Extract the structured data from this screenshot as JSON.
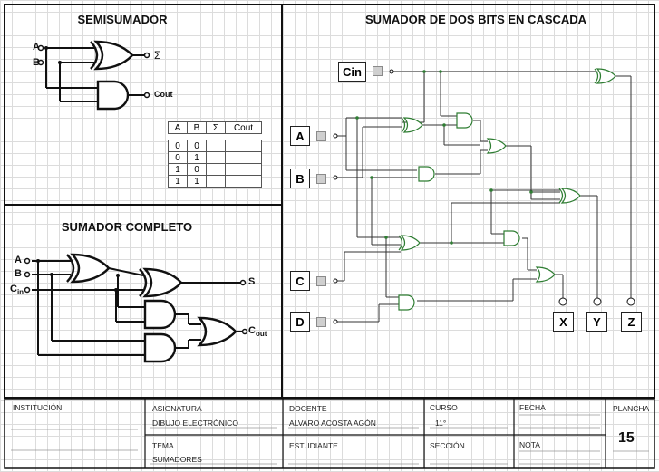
{
  "half_adder": {
    "title": "SEMISUMADOR",
    "input_a": "A",
    "input_b": "B",
    "sum_out": "Σ",
    "carry_out": "Cout",
    "truth_headers": [
      "A",
      "B",
      "Σ",
      "Cout"
    ],
    "truth_rows": [
      [
        "0",
        "0",
        "",
        ""
      ],
      [
        "0",
        "1",
        "",
        ""
      ],
      [
        "1",
        "0",
        "",
        ""
      ],
      [
        "1",
        "1",
        "",
        ""
      ]
    ]
  },
  "full_adder": {
    "title": "SUMADOR COMPLETO",
    "input_a": "A",
    "input_b": "B",
    "input_c": "C",
    "input_c_sub": "in",
    "sum_out": "S",
    "carry_out": "C",
    "carry_out_sub": "out"
  },
  "cascade": {
    "title": "SUMADOR DE DOS BITS EN CASCADA",
    "cin": "Cin",
    "in_a": "A",
    "in_b": "B",
    "in_c": "C",
    "in_d": "D",
    "out_x": "X",
    "out_y": "Y",
    "out_z": "Z"
  },
  "title_block": {
    "institucion_label": "INSTITUCIÓN",
    "asignatura_label": "ASIGNATURA",
    "asignatura_value": "DIBUJO ELECTRÓNICO",
    "tema_label": "TEMA",
    "tema_value": "SUMADORES",
    "docente_label": "DOCENTE",
    "docente_value": "ALVARO ACOSTA AGÓN",
    "estudiante_label": "ESTUDIANTE",
    "curso_label": "CURSO",
    "curso_value": "11°",
    "seccion_label": "SECCIÓN",
    "fecha_label": "FECHA",
    "nota_label": "NOTA",
    "plancha_label": "PLANCHA",
    "plancha_value": "15"
  }
}
